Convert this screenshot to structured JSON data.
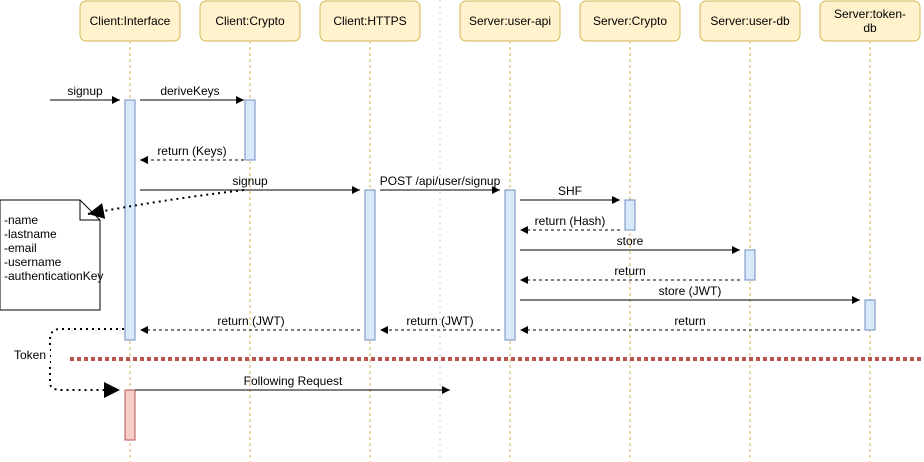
{
  "participants": [
    {
      "id": "ci",
      "lines": [
        "Client:Interface"
      ]
    },
    {
      "id": "cc",
      "lines": [
        "Client:Crypto"
      ]
    },
    {
      "id": "ch",
      "lines": [
        "Client:HTTPS"
      ]
    },
    {
      "id": "su",
      "lines": [
        "Server:user-api"
      ]
    },
    {
      "id": "sc",
      "lines": [
        "Server:Crypto"
      ]
    },
    {
      "id": "sd",
      "lines": [
        "Server:user-db"
      ]
    },
    {
      "id": "st",
      "lines": [
        "Server:token-",
        "db"
      ]
    }
  ],
  "messages": [
    {
      "label": "signup",
      "kind": "call"
    },
    {
      "label": "deriveKeys",
      "kind": "call"
    },
    {
      "label": "return (Keys)",
      "kind": "return"
    },
    {
      "label": "signup",
      "kind": "call"
    },
    {
      "label": "POST /api/user/signup",
      "kind": "call"
    },
    {
      "label": "SHF",
      "kind": "call"
    },
    {
      "label": "return (Hash)",
      "kind": "return"
    },
    {
      "label": "store",
      "kind": "call"
    },
    {
      "label": "return",
      "kind": "return"
    },
    {
      "label": "store (JWT)",
      "kind": "call"
    },
    {
      "label": "return",
      "kind": "return"
    },
    {
      "label": "return (JWT)",
      "kind": "return"
    },
    {
      "label": "return (JWT)",
      "kind": "return"
    },
    {
      "label": "Following Request",
      "kind": "call"
    }
  ],
  "note": {
    "lines": [
      "-name",
      "-lastname",
      "-email",
      "-username",
      "-authenticationKey"
    ]
  },
  "token_label": "Token",
  "colors": {
    "participant_fill": "#fff2cc",
    "participant_stroke": "#d6b656",
    "activation_fill": "#dae8fc",
    "activation_stroke": "#6c8ebf",
    "activation_alt_fill": "#f8cecc",
    "activation_alt_stroke": "#b85450",
    "lifeline": "#d6b656",
    "separator": "#b85450",
    "arrow": "#000000"
  }
}
